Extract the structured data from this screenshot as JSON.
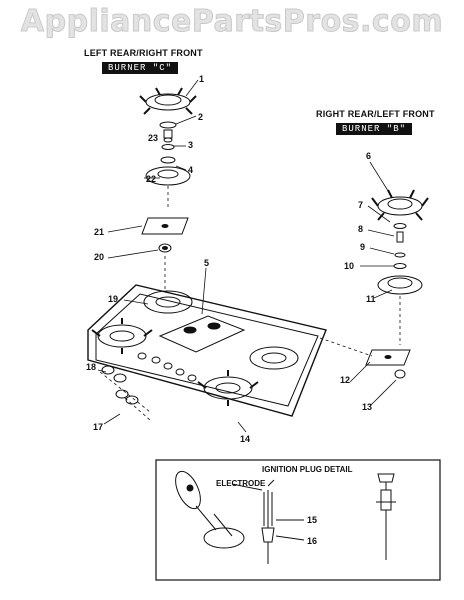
{
  "watermark": "AppliancePartsPros.com",
  "left_burner": {
    "heading": "LEFT REAR/RIGHT FRONT",
    "badge": "BURNER \"C\""
  },
  "right_burner": {
    "heading": "RIGHT REAR/LEFT FRONT",
    "badge": "BURNER \"B\""
  },
  "detail": {
    "title": "IGNITION PLUG DETAIL",
    "electrode": "ELECTRODE"
  },
  "callouts": [
    "1",
    "2",
    "3",
    "4",
    "5",
    "6",
    "7",
    "8",
    "9",
    "10",
    "11",
    "12",
    "13",
    "14",
    "15",
    "16",
    "17",
    "18",
    "19",
    "20",
    "21",
    "22",
    "23"
  ]
}
